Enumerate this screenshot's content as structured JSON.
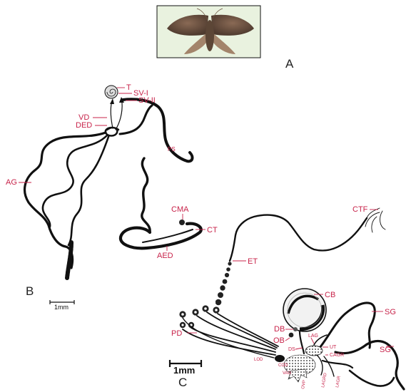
{
  "panels": {
    "a": "A",
    "b": "B",
    "c": "C"
  },
  "scale_bars": {
    "b": "1mm",
    "c": "1mm"
  },
  "labels_b": {
    "t": "T",
    "sv1": "SV-I",
    "sv2": "SV-II",
    "vd": "VD",
    "ded": "DED",
    "ps": "PS",
    "ag": "AG",
    "cma": "CMA",
    "ct": "CT",
    "aed": "AED"
  },
  "labels_c": {
    "ctf": "CTF",
    "et": "ET",
    "cb": "CB",
    "sg1": "SG",
    "sg2": "SG",
    "db": "DB",
    "ob": "OB",
    "ds": "DS",
    "lag": "LAG",
    "ut": "UT",
    "cagr": "CAGR",
    "pd": "PD",
    "lod": "LOD",
    "cod": "COD",
    "vag": "VAG",
    "ovp": "OVP",
    "lagrd": "LAGRD",
    "lagr": "LAGR"
  }
}
